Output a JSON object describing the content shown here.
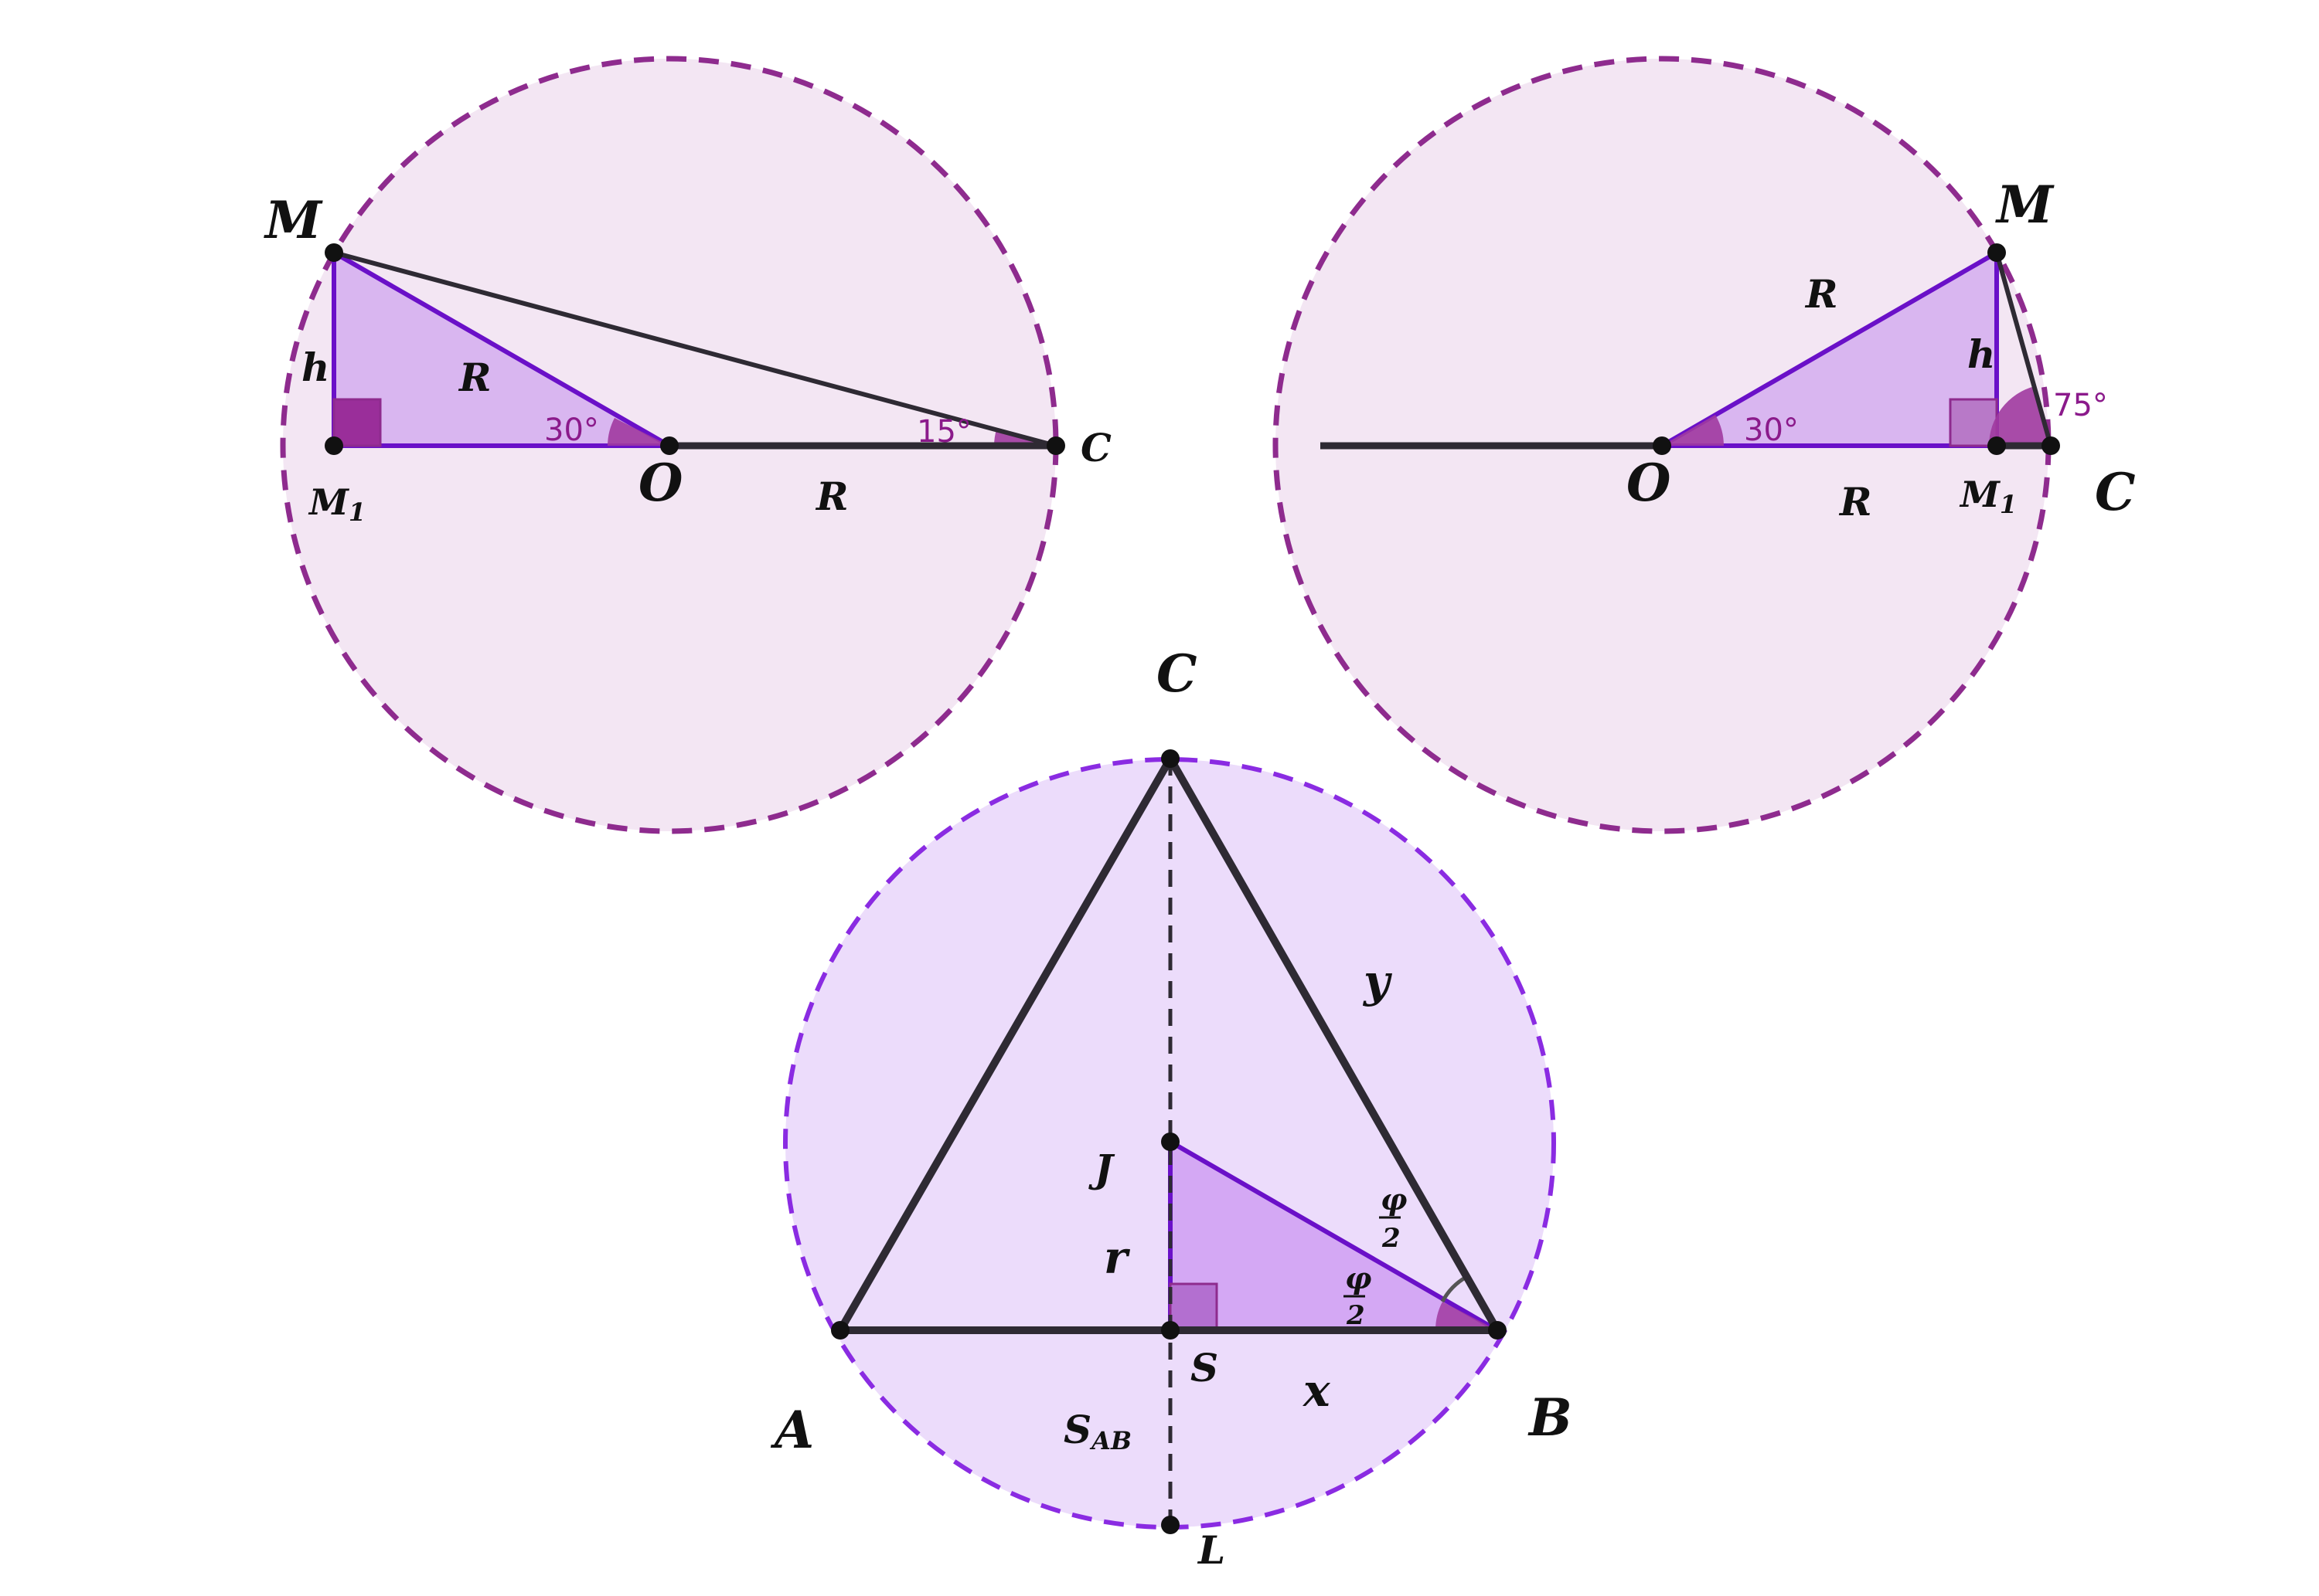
{
  "colors": {
    "circle_fill_pink": "#f3e6f3",
    "circle_stroke_pink": "#8e2b8e",
    "circle_fill_lilac": "#ecdcfb",
    "circle_stroke_lilac": "#8a2be2",
    "triangle_fill": "#d9b6f0",
    "triangle_stroke": "#6a10c8",
    "angle_fill": "#a03aa0",
    "segment": "#2e2a33",
    "degree_text": "#8b1a8b"
  },
  "figure1": {
    "labels": {
      "M": "M",
      "M1": "M",
      "M1_sub": "1",
      "O": "O",
      "C": "C",
      "h": "h",
      "R_hyp": "R",
      "R_base": "R"
    },
    "angles": {
      "at_O": "30°",
      "at_C": "15°"
    }
  },
  "figure2": {
    "labels": {
      "M": "M",
      "M1": "M",
      "M1_sub": "1",
      "O": "O",
      "C": "C",
      "h": "h",
      "R_hyp": "R",
      "R_base": "R"
    },
    "angles": {
      "at_O": "30°",
      "at_C": "75°"
    }
  },
  "figure3": {
    "labels": {
      "A": "A",
      "B": "B",
      "C": "C",
      "J": "J",
      "S": "S",
      "L": "L",
      "r": "r",
      "x": "x",
      "y": "y",
      "S_AB": "S",
      "S_AB_sub": "AB"
    },
    "angles": {
      "half_phi_num": "φ",
      "half_phi_den": "2"
    }
  }
}
